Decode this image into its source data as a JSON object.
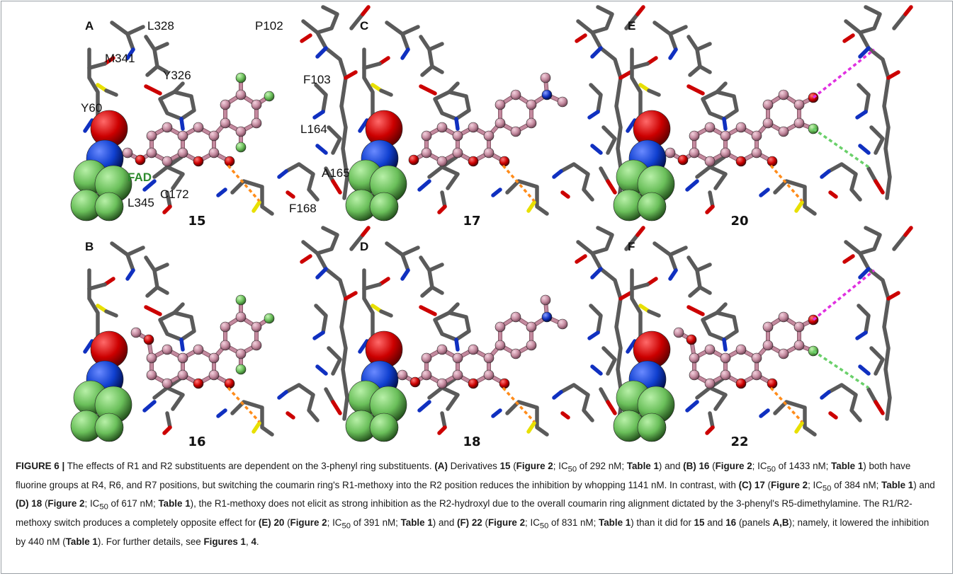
{
  "panels": [
    {
      "letter": "A",
      "compound": "15",
      "substituent": "trifluoro",
      "methoxy": "R1",
      "show_labels": true
    },
    {
      "letter": "C",
      "compound": "17",
      "substituent": "dimethylamine",
      "methoxy": "R2hydroxyl",
      "show_labels": false
    },
    {
      "letter": "E",
      "compound": "20",
      "substituent": "hydroxy-fluoro",
      "methoxy": "R1",
      "show_labels": false
    },
    {
      "letter": "B",
      "compound": "16",
      "substituent": "trifluoro",
      "methoxy": "R2",
      "show_labels": false
    },
    {
      "letter": "D",
      "compound": "18",
      "substituent": "dimethylamine",
      "methoxy": "R1",
      "show_labels": false
    },
    {
      "letter": "F",
      "compound": "22",
      "substituent": "hydroxy-fluoro",
      "methoxy": "R2",
      "show_labels": false
    }
  ],
  "residue_labels": {
    "L328": "L328",
    "M341": "M341",
    "Y326": "Y326",
    "Y60": "Y60",
    "FAD": "FAD",
    "L345": "L345",
    "C172": "C172",
    "P102": "P102",
    "F103": "F103",
    "L164": "L164",
    "A165": "A165",
    "F168": "F168"
  },
  "colors": {
    "ligand": "#c48a9f",
    "ligand_outline": "#8a5a6a",
    "oxygen": "#cc0000",
    "fluorine": "#6abf5a",
    "nitrogen": "#1030c0",
    "sulfur": "#e8e000",
    "carbon_stick": "#5a5a5a",
    "hbond_orange": "#ff8c1a",
    "hbond_magenta": "#e030e0",
    "hbond_green": "#6ad06a",
    "fad_green": "#6abf5a",
    "fad_blue": "#1040d0",
    "fad_red": "#cc0000"
  },
  "caption": {
    "figure_label": "FIGURE 6 |",
    "s1": " The effects of R1 and R2 substituents are dependent on the 3-phenyl ring substituents. ",
    "A": "(A)",
    "s2": " Derivatives ",
    "c15": "15",
    "fig2": "Figure 2",
    "ic": "IC",
    "sub50": "50",
    "v292": " of 292 nM; ",
    "tab1": "Table 1",
    "B16": "(B) 16",
    "v1433": " of 1433 nM; ",
    "s3": ") both have fluorine groups at R4, R6, and R7 positions, but switching the coumarin ring's R1-methoxy into the R2 position reduces the inhibition by whopping 1141 nM. In contrast, with ",
    "C17": "(C) 17",
    "v384": " of 384 nM; ",
    "and": ") and ",
    "D18": "(D) 18",
    "v617": " of 617 nM; ",
    "s4": "), the R1-methoxy does not elicit as strong inhibition as the R2-hydroxyl due to the overall coumarin ring alignment dictated by the 3-phenyl's R5-dimethylamine. The R1/R2-methoxy switch produces a completely opposite effect for ",
    "E20": "(E) 20",
    "v391": " of 391 nM; ",
    "F22": "(F) 22",
    "v831": " of 831 nM; ",
    "s5": ") than it did for ",
    "c16": "16",
    "panels": " (panels ",
    "AB": "A,B",
    "s6": "); namely, it lowered the inhibition by 440 nM (",
    "s7": "). For further details, see ",
    "figs": "Figures 1",
    "comma": ", ",
    "f4": "4",
    "end": "."
  }
}
